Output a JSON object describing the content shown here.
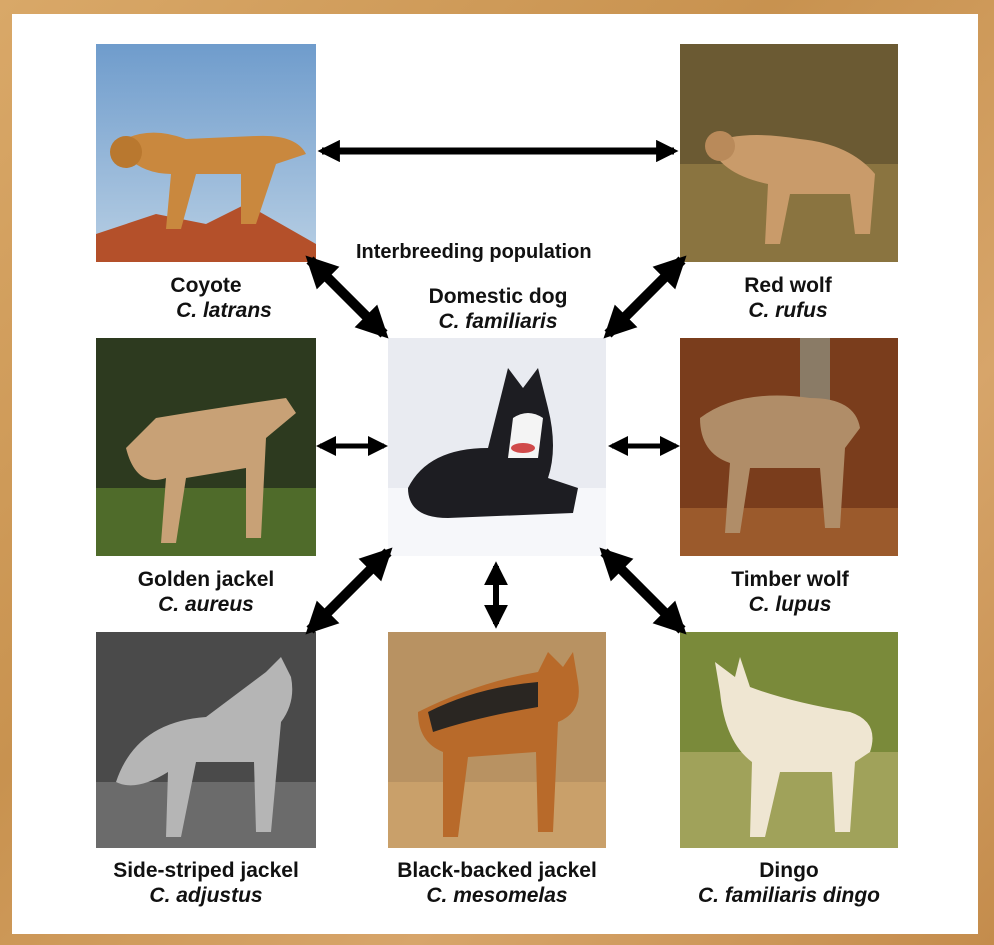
{
  "headline": "Interbreeding population",
  "colors": {
    "frame": "#cf9c5d",
    "panel": "#ffffff",
    "arrow": "#000000"
  },
  "species": [
    {
      "id": "coyote",
      "common": "Coyote",
      "latin": "C. latrans"
    },
    {
      "id": "red-wolf",
      "common": "Red wolf",
      "latin": "C. rufus"
    },
    {
      "id": "domestic-dog",
      "common": "Domestic dog",
      "latin": "C. familiaris"
    },
    {
      "id": "golden-jackal",
      "common": "Golden jackel",
      "latin": "C. aureus"
    },
    {
      "id": "timber-wolf",
      "common": "Timber wolf",
      "latin": "C. lupus"
    },
    {
      "id": "side-striped-jackal",
      "common": "Side-striped jackel",
      "latin": "C. adjustus"
    },
    {
      "id": "black-backed-jackal",
      "common": "Black-backed jackel",
      "latin": "C. mesomelas"
    },
    {
      "id": "dingo",
      "common": "Dingo",
      "latin": "C. familiaris dingo"
    }
  ]
}
